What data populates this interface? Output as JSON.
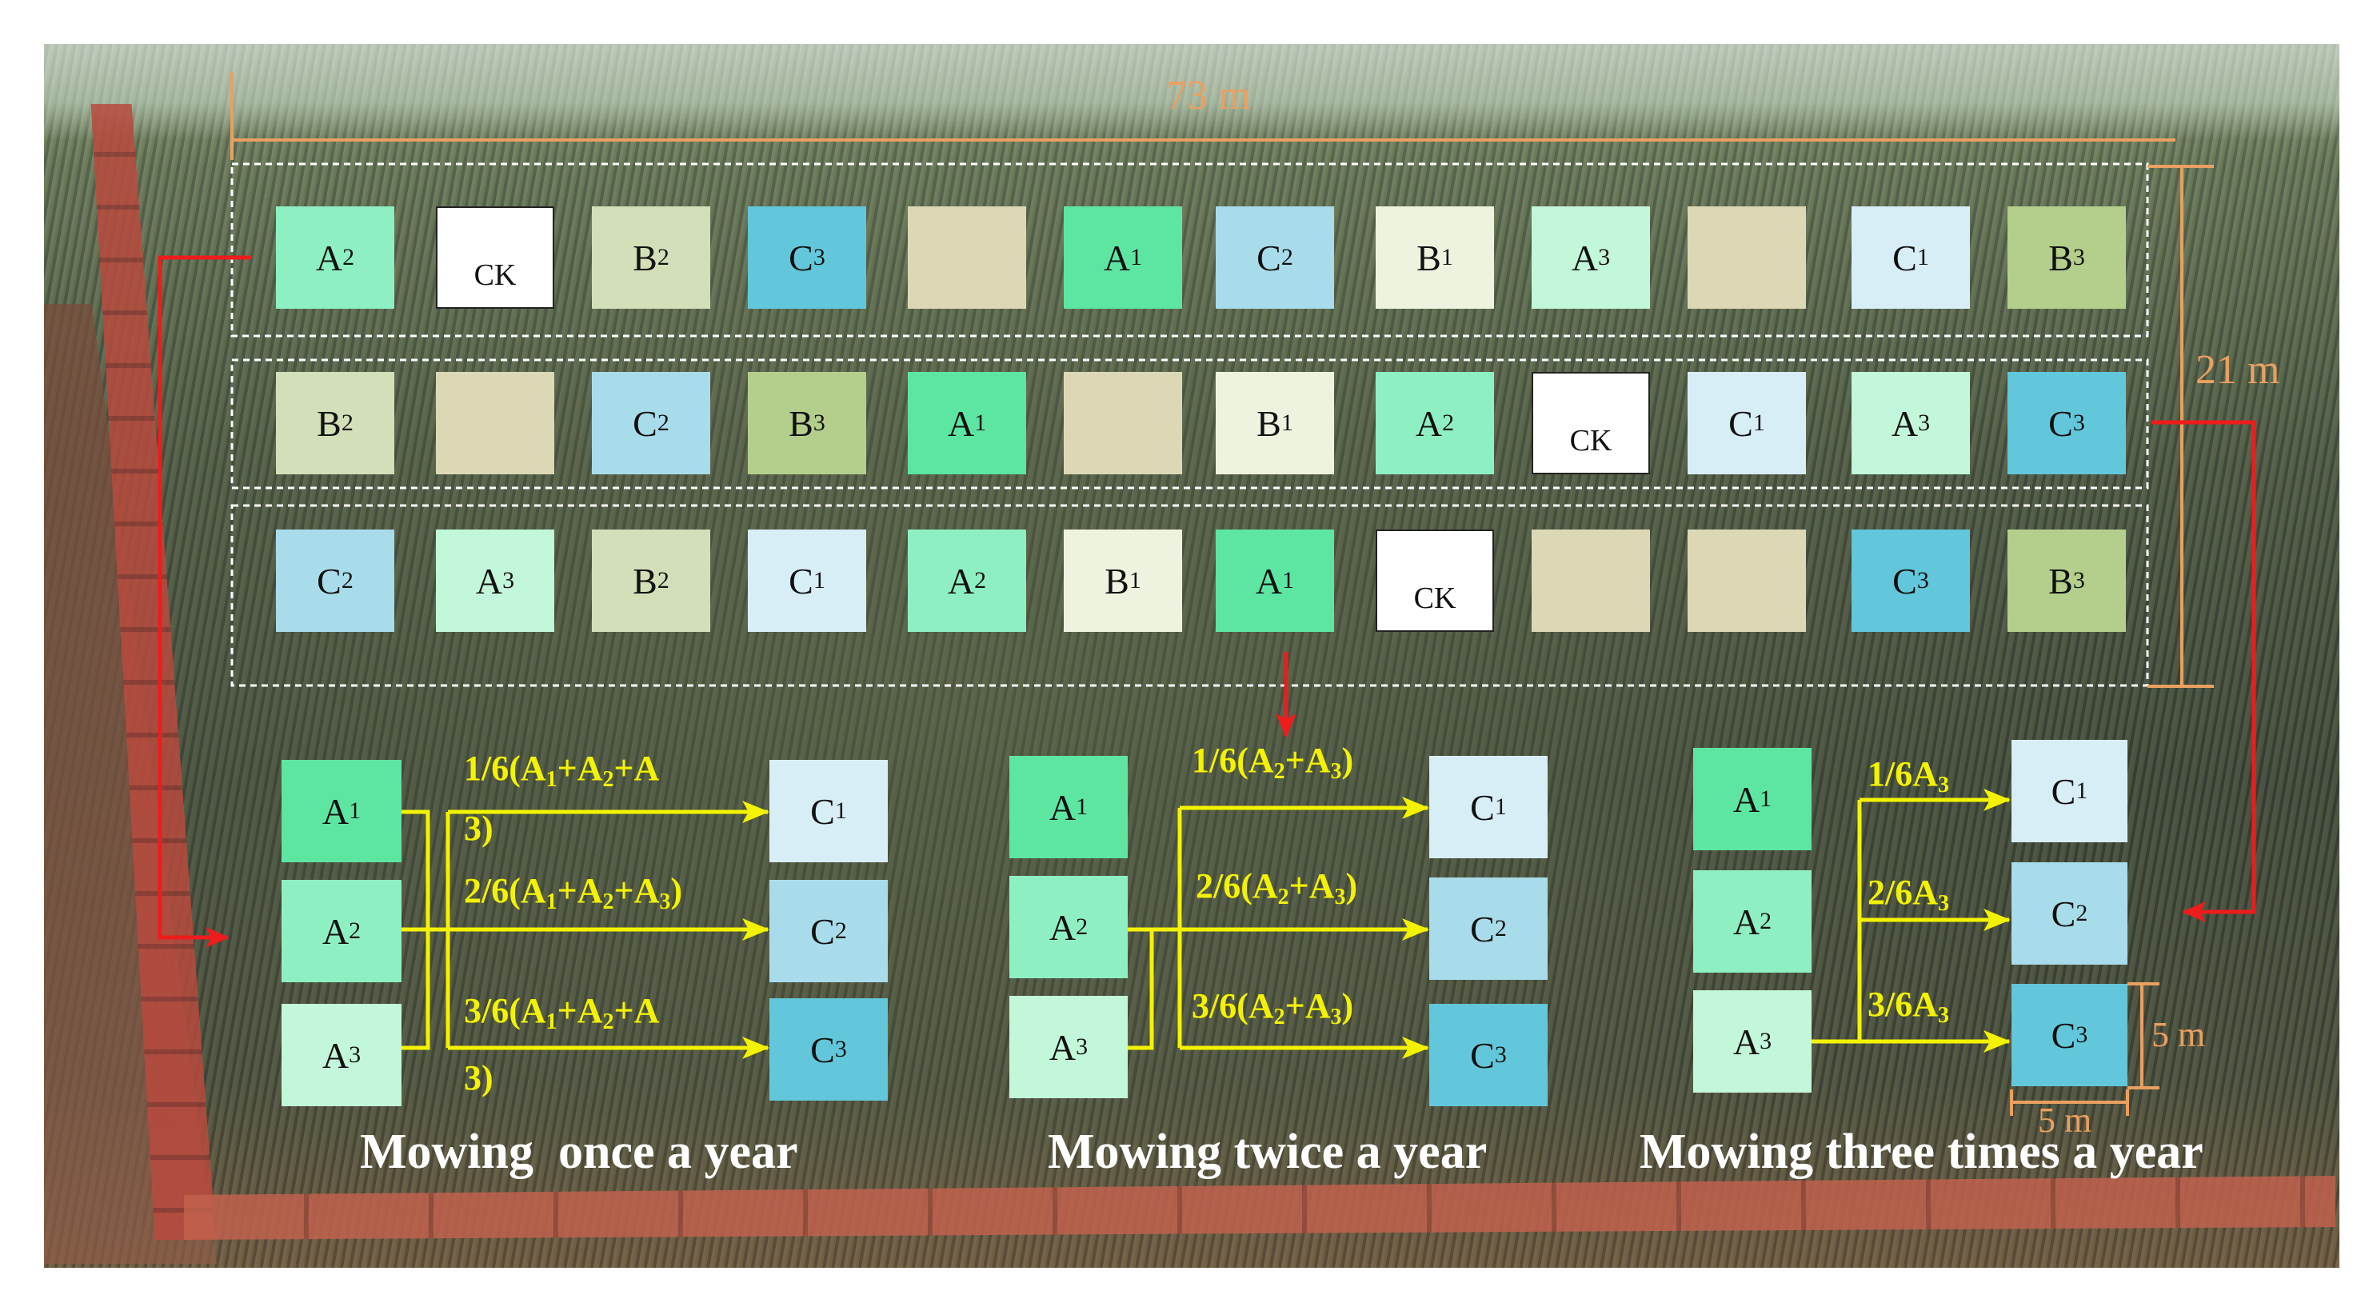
{
  "dimensions": {
    "width": "73 m",
    "height": "21 m",
    "plot_height": "5 m",
    "plot_width": "5 m"
  },
  "colors": {
    "A1": "#5de6a2",
    "A2": "#8ef0c2",
    "A3": "#c2f7d9",
    "B1": "#eef3df",
    "B2": "#d3dfb8",
    "B3": "#b4cf8c",
    "C1": "#d8eef7",
    "C2": "#a9dcea",
    "C3": "#62c7da",
    "CK": "#ffffff",
    "blank": "#dcd8b6",
    "arrow_yellow": "#f3f300",
    "arrow_red": "#ee1c1c",
    "dimension": "#e9a060"
  },
  "rows": [
    [
      "A2",
      "CK",
      "B2",
      "C3",
      "",
      "A1",
      "C2",
      "B1",
      "A3",
      "",
      "C1",
      "B3"
    ],
    [
      "B2",
      "",
      "C2",
      "B3",
      "A1",
      "",
      "B1",
      "A2",
      "CK",
      "C1",
      "A3",
      "C3"
    ],
    [
      "C2",
      "A3",
      "B2",
      "C1",
      "A2",
      "B1",
      "A1",
      "CK",
      "",
      "",
      "C3",
      "B3"
    ]
  ],
  "ck_label": "CK",
  "schemes": [
    {
      "caption": "Mowing  once a year",
      "labels": [
        "1/6(A1+A2+A",
        "3)",
        "2/6(A1+A2+A3)",
        "3/6(A1+A2+A",
        "3)"
      ]
    },
    {
      "caption": "Mowing twice a year",
      "labels": [
        "1/6(A2+A3)",
        "2/6(A2+A3)",
        "3/6(A2+A3)"
      ]
    },
    {
      "caption": "Mowing three times a year",
      "labels": [
        "1/6A3",
        "2/6A3",
        "3/6A3"
      ]
    }
  ]
}
